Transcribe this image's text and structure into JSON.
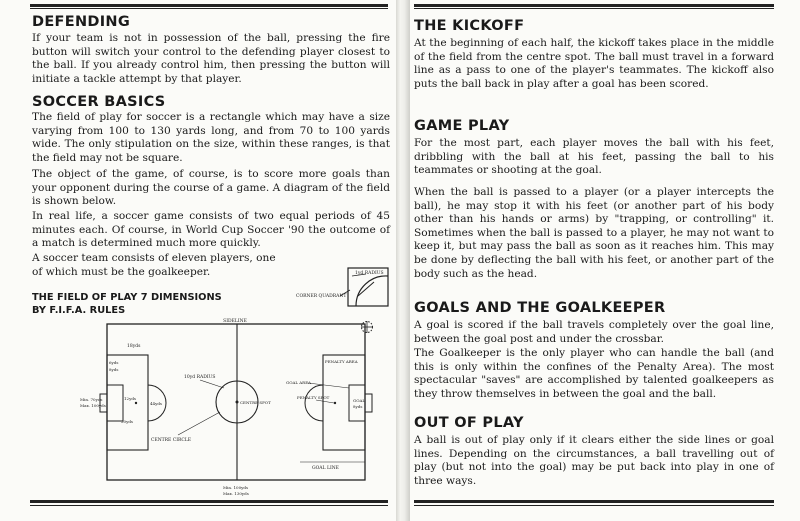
{
  "left": {
    "defending": {
      "heading": "DEFENDING",
      "body": "If your team is not in possession of the ball, pressing the fire button will switch your control to the defending player closest to the ball. If you already control him, then pressing the button will initiate a tackle attempt by that player."
    },
    "basics": {
      "heading": "SOCCER BASICS",
      "p1": "The field of play for soccer is a rectangle which may have a size varying from 100 to 130 yards long, and from 70 to 100 yards wide. The only stipulation on the size, within these ranges, is that the field may not be square.",
      "p2": "The object of the game, of course, is to score more goals than your opponent during the course of a game. A diagram of the field is shown below.",
      "p3": "In real life, a soccer game consists of two equal periods of 45 minutes each. Of course, in World Cup Soccer '90 the outcome of a match is determined much more quickly.",
      "p4": "A soccer team consists of eleven players, one of which must be the goalkeeper."
    },
    "figure": {
      "title_line1": "THE FIELD OF PLAY 7 DIMENSIONS",
      "title_line2": "BY F.I.F.A. RULES",
      "labels": {
        "yd1_radius": "1yd RADIUS",
        "corner_quadrant": "CORNER QUADRANT",
        "sideline": "SIDELINE",
        "yds18": "18yds",
        "yds6": "6yds",
        "yds8": "8yds",
        "yd10_radius": "10yd RADIUS",
        "penalty_area": "PENALTY AREA",
        "goal_area": "GOAL AREA",
        "penalty_spot": "PENALTY SPOT",
        "centre_spot": "CENTRE SPOT",
        "goal": "GOAL",
        "goal_width": "8yds",
        "yds12": "12yds",
        "width_range_min": "Min. 70yds",
        "width_range_max": "Max. 100yds",
        "yds44": "44yds",
        "yds20": "20yds",
        "centre_circle": "CENTRE CIRCLE",
        "goal_line": "GOAL LINE",
        "length_range_min": "Min. 100yds",
        "length_range_max": "Max. 130yds"
      }
    }
  },
  "right": {
    "kickoff": {
      "heading": "THE KICKOFF",
      "body": "At the beginning of each half, the kickoff takes place in the middle of the field from the centre spot. The ball must travel in a forward line as a pass to one of the player's teammates. The kickoff also puts the ball back in play after a goal has been scored."
    },
    "gameplay": {
      "heading": "GAME PLAY",
      "p1": "For the most part, each player moves the ball with his feet, dribbling with the ball at his feet, passing the ball to his teammates or shooting at the goal.",
      "p2": "When the ball is passed to a player (or a player intercepts the ball), he may stop it with his feet (or another part of his body other than his hands or arms) by \"trapping, or controlling\" it. Sometimes when the ball is passed to a player, he may not want to keep it, but may pass the ball as soon as it reaches him. This may be done by deflecting the ball with his feet, or another part of the body such as the head."
    },
    "goals": {
      "heading": "GOALS AND THE GOALKEEPER",
      "p1": "A goal is scored if the ball travels completely over the goal line, between the goal post and under the crossbar.",
      "p2": "The Goalkeeper is the only player who can handle the ball (and this is only within the confines of the Penalty Area). The most spectacular \"saves\" are accomplished by talented goalkeepers as they throw themselves in between the goal and the ball."
    },
    "outofplay": {
      "heading": "OUT OF PLAY",
      "body": "A ball is out of play only if it clears either the side lines or goal lines. Depending on the circumstances, a ball travelling out of play (but not into the goal) may be put back into play in one of three ways."
    }
  }
}
